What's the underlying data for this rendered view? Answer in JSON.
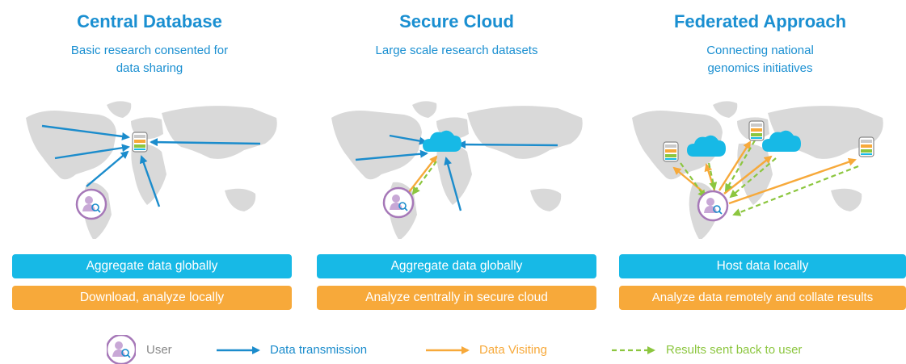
{
  "panels": [
    {
      "title": "Central Database",
      "subtitle_line1": "Basic research consented for",
      "subtitle_line2": "data sharing",
      "bar_blue": "Aggregate data globally",
      "bar_orange": "Download, analyze locally"
    },
    {
      "title": "Secure Cloud",
      "subtitle_line1": "Large scale research datasets",
      "subtitle_line2": "",
      "bar_blue": "Aggregate data globally",
      "bar_orange": "Analyze centrally in secure cloud"
    },
    {
      "title": "Federated Approach",
      "subtitle_line1": "Connecting national",
      "subtitle_line2": "genomics initiatives",
      "bar_blue": "Host data locally",
      "bar_orange": "Analyze data remotely and collate results"
    }
  ],
  "legend": {
    "user": "User",
    "data_transmission": "Data transmission",
    "data_visiting": "Data Visiting",
    "results_sent_back": "Results sent back to user"
  },
  "colors": {
    "title": "#1a8fd1",
    "bar_blue": "#17b9e6",
    "bar_orange": "#f7a93a",
    "arrow_blue": "#1b8ccc",
    "arrow_orange": "#f7a93a",
    "arrow_green": "#8cc63f",
    "user_purple": "#a678b8",
    "map_gray": "#d9d9d9"
  }
}
